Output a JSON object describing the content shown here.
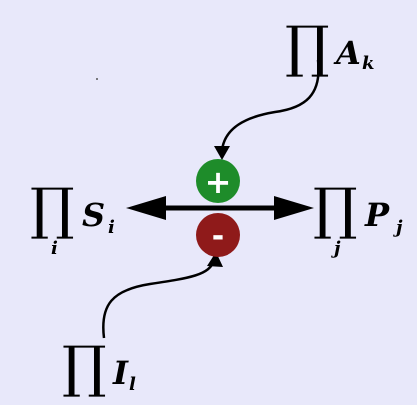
{
  "diagram": {
    "background": "#e8e8fa",
    "product_symbol": "∏",
    "top_right": {
      "base": "A",
      "sub": "k"
    },
    "left": {
      "base": "S",
      "sub": "i",
      "index": "i"
    },
    "right": {
      "base": "P",
      "sub": "j",
      "index": "j"
    },
    "bottom_left": {
      "base": "I",
      "sub": "l"
    },
    "plus_label": "+",
    "minus_label": "-",
    "colors": {
      "plus": "#1e8c2a",
      "minus": "#8f1a1a",
      "arrow": "#000000"
    }
  }
}
